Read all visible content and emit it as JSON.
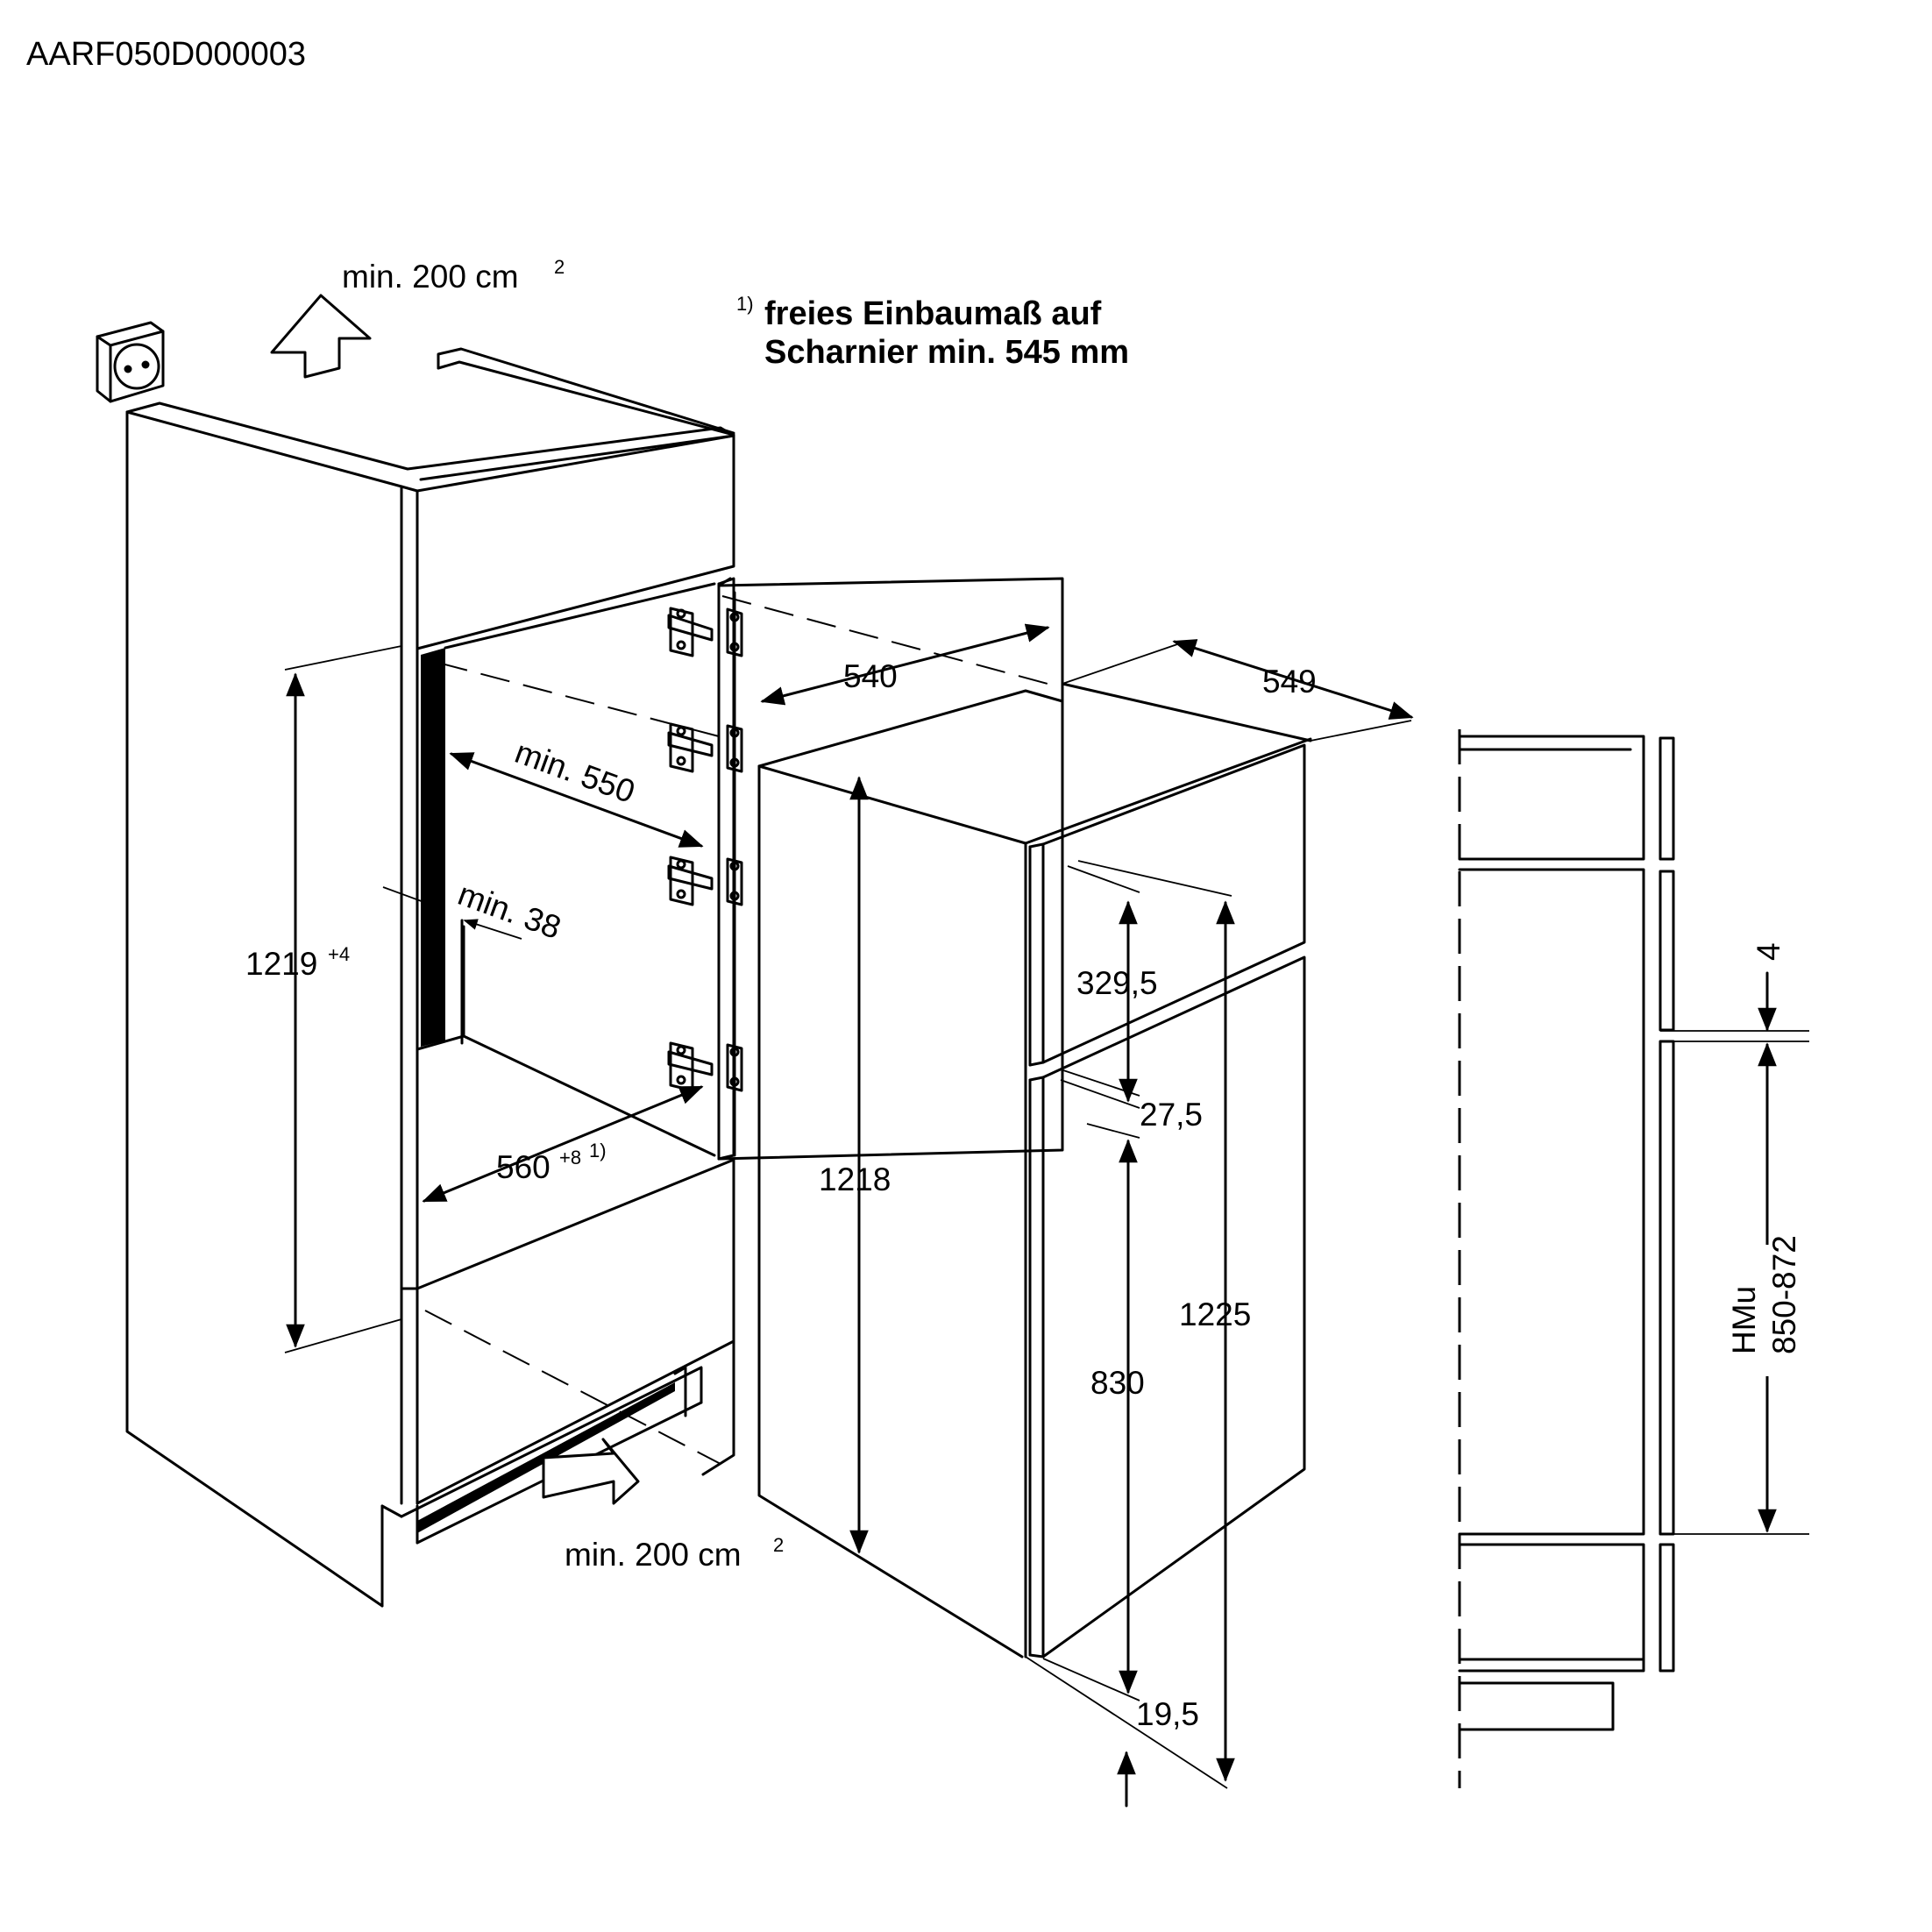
{
  "header": {
    "code": "AARF050D000003"
  },
  "note": {
    "marker": "1)",
    "line1": "freies Einbaumaß auf",
    "line2": "Scharnier min. 545 mm"
  },
  "ventilation": {
    "top": {
      "text": "min. 200 cm",
      "unit_sup": "2"
    },
    "bottom": {
      "text": "min. 200 cm",
      "unit_sup": "2"
    }
  },
  "niche": {
    "height": {
      "text": "1219",
      "sup": "+4"
    },
    "depth": "min. 550",
    "gap": "min. 38",
    "width": {
      "text": "560",
      "sup": "+8",
      "note": "1)"
    }
  },
  "appliance": {
    "depth_540": "540",
    "depth_549": "549",
    "height_1218": "1218",
    "freezer_door": "329,5",
    "door_gap": "27,5",
    "total_height": "1225",
    "fridge_door": "830",
    "bottom_offset": "19,5"
  },
  "side_view": {
    "gap": "4",
    "label": "HMu",
    "range": "850-872"
  }
}
